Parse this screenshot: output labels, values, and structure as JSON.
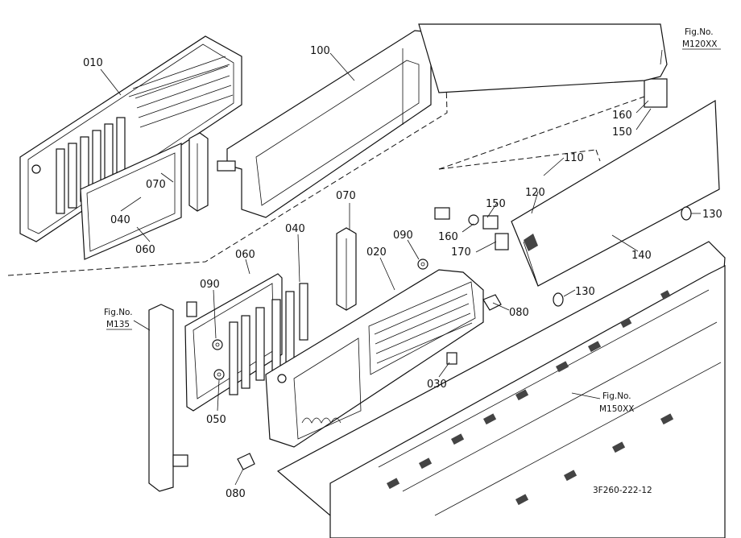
{
  "callouts": {
    "p010": "010",
    "p100": "100",
    "p070a": "070",
    "p040a": "040",
    "p060a": "060",
    "p070b": "070",
    "p040b": "040",
    "p060b": "060",
    "p090a": "090",
    "p020": "020",
    "p090b": "090",
    "p080a": "080",
    "p030": "030",
    "p050": "050",
    "p080b": "080",
    "p110": "110",
    "p120": "120",
    "p150a": "150",
    "p160a": "160",
    "p170": "170",
    "p160b": "160",
    "p150b": "150",
    "p130a": "130",
    "p130b": "130",
    "p140": "140"
  },
  "fig_refs": {
    "m120_title": "Fig.No.",
    "m120_code": "M120XX",
    "m135_title": "Fig.No.",
    "m135_code": "M135",
    "m150_title": "Fig.No.",
    "m150_code": "M150XX"
  },
  "drawing_number": "3F260-222-12"
}
